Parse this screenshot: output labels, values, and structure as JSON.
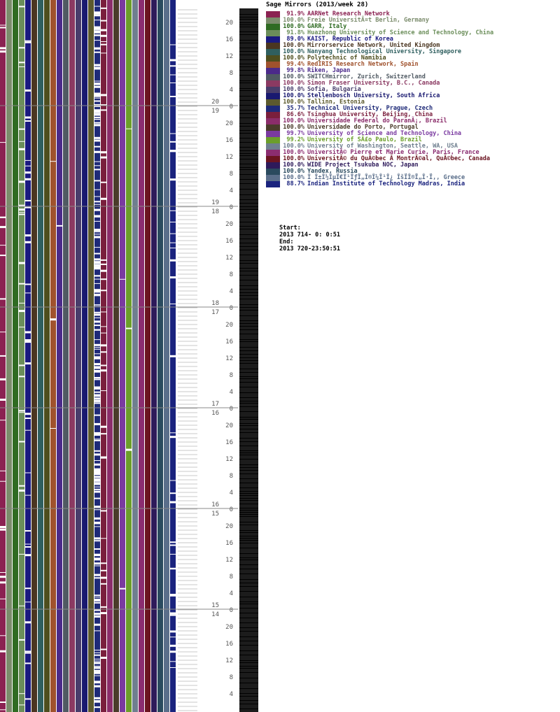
{
  "title": "Sage Mirrors (2013/week 28)",
  "period": {
    "start_label": "Start:",
    "start_value": "2013 714- 0: 0:51",
    "end_label": "End:",
    "end_value": "2013 720-23:50:51"
  },
  "chart_data": {
    "type": "heatmap",
    "title": "Sage Mirrors (2013/week 28)",
    "y_axis": {
      "days": [
        20,
        19,
        18,
        17,
        16,
        15,
        14
      ],
      "hour_ticks": [
        20,
        16,
        12,
        8,
        4,
        0
      ]
    },
    "series": [
      {
        "name": "AARNet Research Network",
        "uptime": 91.9,
        "color": "#8b2252"
      },
      {
        "name": "Freie UniversitÃ¤t Berlin, Germany",
        "uptime": 100.0,
        "color": "#7b8c6c"
      },
      {
        "name": "GARR, Italy",
        "uptime": 100.0,
        "color": "#2f6b22"
      },
      {
        "name": "Huazhong University of Science and Technology, China",
        "uptime": 91.8,
        "color": "#6b8e5a"
      },
      {
        "name": "KAIST, Republic of Korea",
        "uptime": 89.0,
        "color": "#1a1a80"
      },
      {
        "name": "Mirrorservice Network, United Kingdom",
        "uptime": 100.0,
        "color": "#4b3621"
      },
      {
        "name": "Nanyang Technological University, Singapore",
        "uptime": 100.0,
        "color": "#2f5f5f"
      },
      {
        "name": "Polytechnic of Namibia",
        "uptime": 100.0,
        "color": "#4e4e1e"
      },
      {
        "name": "RedIRIS Research Network, Spain",
        "uptime": 99.4,
        "color": "#a0522d"
      },
      {
        "name": "Riken, Japan",
        "uptime": 99.8,
        "color": "#4b2a8a"
      },
      {
        "name": "SWITCHmirror, Zurich, Switzerland",
        "uptime": 100.0,
        "color": "#505a63"
      },
      {
        "name": "Simon Fraser University, B.C., Canada",
        "uptime": 100.0,
        "color": "#8b3a62"
      },
      {
        "name": "Sofia, Bulgaria",
        "uptime": 100.0,
        "color": "#483d6b"
      },
      {
        "name": "Stellenbosch University, South Africa",
        "uptime": 100.0,
        "color": "#191970"
      },
      {
        "name": "Tallinn, Estonia",
        "uptime": 100.0,
        "color": "#5c5a2e"
      },
      {
        "name": "Technical University, Prague, Czech",
        "uptime": 35.7,
        "color": "#1e2a78"
      },
      {
        "name": "Tsinghua University, Beijing, China",
        "uptime": 86.6,
        "color": "#7a1f3d"
      },
      {
        "name": "Universidade Federal do ParanÃ¡, Brazil",
        "uptime": 100.0,
        "color": "#8b2d6a"
      },
      {
        "name": "Universidade do Porto, Portugal",
        "uptime": 100.0,
        "color": "#4a3b2a"
      },
      {
        "name": "University of Science and Technology, China",
        "uptime": 99.7,
        "color": "#7a3aa0"
      },
      {
        "name": "University of SÃ£o Paulo, Brazil",
        "uptime": 99.2,
        "color": "#6b9e2a"
      },
      {
        "name": "University of Washington, Seattle, WA, USA",
        "uptime": 100.0,
        "color": "#6f7f8f"
      },
      {
        "name": "UniversitÃ© Pierre et Marie Curie, Paris, France",
        "uptime": 100.0,
        "color": "#8b2d70"
      },
      {
        "name": "UniversitÃ© du QuÃ©bec Ã MontrÃ©al, QuÃ©bec, Canada",
        "uptime": 100.0,
        "color": "#6b1420"
      },
      {
        "name": "WIDE Project Tsukuba NOC, Japan",
        "uptime": 100.0,
        "color": "#2e1a5a"
      },
      {
        "name": "Yandex, Russia",
        "uptime": 100.0,
        "color": "#2a4a5e"
      },
      {
        "name": "Î Î±Î½ÎµÏ€Î¹ÏƒÏ„Î®Î¼Î¹Î¿ ÎšÏÎ®Ï„Î·Ï‚, Greece",
        "uptime": 100.0,
        "color": "#5a6e8a"
      },
      {
        "name": "Indian Institute of Technology Madras, India",
        "uptime": 88.7,
        "color": "#1a237e"
      }
    ]
  }
}
